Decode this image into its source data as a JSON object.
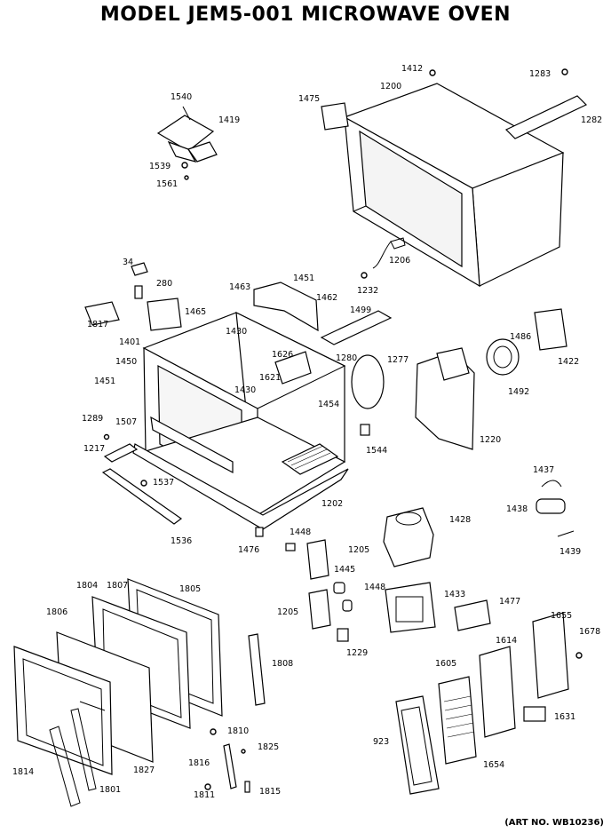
{
  "title": "MODEL JEM5-001 MICROWAVE OVEN",
  "art_number": "(ART NO. WB10236)",
  "callouts": [
    "1540",
    "1419",
    "1539",
    "1561",
    "1475",
    "1412",
    "1200",
    "1283",
    "1282",
    "1206",
    "1232",
    "34",
    "280",
    "1463",
    "1451",
    "1462",
    "1817",
    "1465",
    "1430",
    "1401",
    "1450",
    "1451",
    "1499",
    "1422",
    "1486",
    "1626",
    "1280",
    "1277",
    "1621",
    "1430",
    "1454",
    "1492",
    "1289",
    "1507",
    "1217",
    "1544",
    "1220",
    "1537",
    "1202",
    "1536",
    "1437",
    "1438",
    "1476",
    "1448",
    "1205",
    "1428",
    "1439",
    "1445",
    "1448",
    "1804",
    "1807",
    "1805",
    "1806",
    "1205",
    "1433",
    "1477",
    "1229",
    "1655",
    "1678",
    "1808",
    "1614",
    "1605",
    "1810",
    "1825",
    "1631",
    "923",
    "1816",
    "1654",
    "1814",
    "1827",
    "1801",
    "1811",
    "1815"
  ]
}
